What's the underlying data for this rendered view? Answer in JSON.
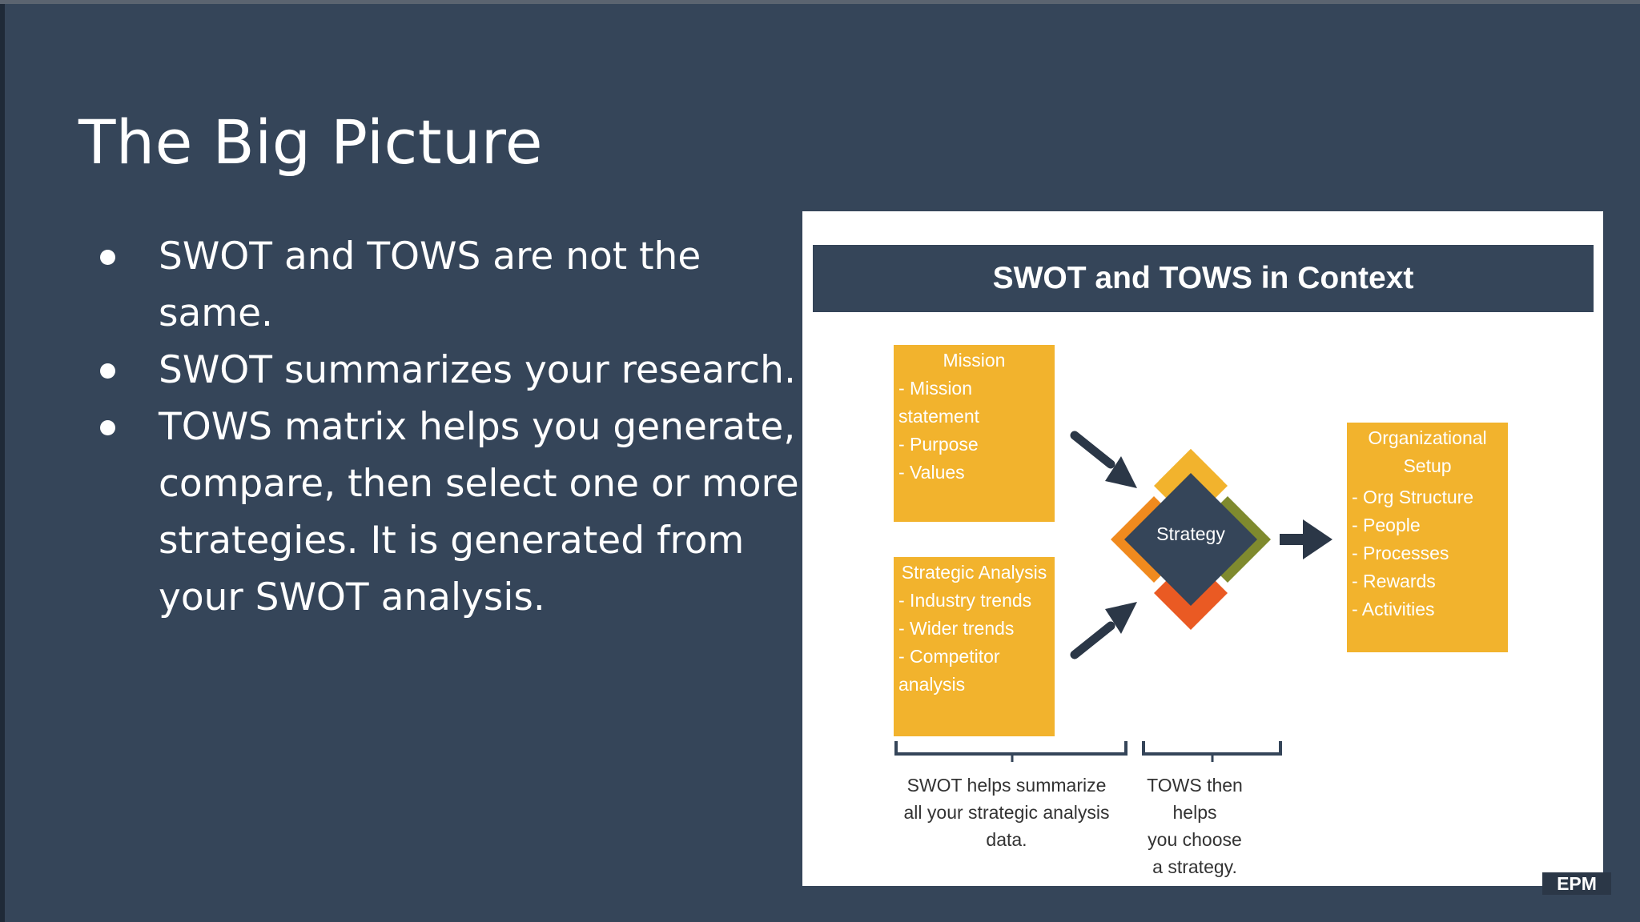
{
  "slide": {
    "title": "The Big Picture",
    "bullets": [
      "SWOT and TOWS are not the same.",
      "SWOT summarizes your research.",
      "TOWS matrix helps you generate, compare, then select one or more strategies. It is generated from your SWOT analysis."
    ]
  },
  "figure": {
    "title": "SWOT and TOWS in Context",
    "mission": {
      "heading": "Mission",
      "items": [
        "- Mission",
        "statement",
        "- Purpose",
        "- Values"
      ]
    },
    "analysis": {
      "heading": "Strategic Analysis",
      "items": [
        "- Industry trends",
        "- Wider trends",
        "- Competitor",
        "analysis"
      ]
    },
    "strategy_label": "Strategy",
    "organization": {
      "heading_line1": "Organizational",
      "heading_line2": "Setup",
      "items": [
        "- Org Structure",
        "- People",
        "- Processes",
        "- Rewards",
        "- Activities"
      ]
    },
    "caption_swot": [
      "SWOT helps summarize",
      "all your strategic analysis",
      "data."
    ],
    "caption_tows": [
      "TOWS then helps",
      "you choose",
      "a strategy."
    ]
  },
  "branding": {
    "logo_text": "EPM"
  },
  "colors": {
    "slide_bg": "#354559",
    "box_fill": "#f2b32d",
    "diamond_center": "#354559",
    "diamond_top": "#f2b32d",
    "diamond_left": "#f08a1e",
    "diamond_right": "#7f8a2e",
    "diamond_bottom": "#ea5a23"
  }
}
